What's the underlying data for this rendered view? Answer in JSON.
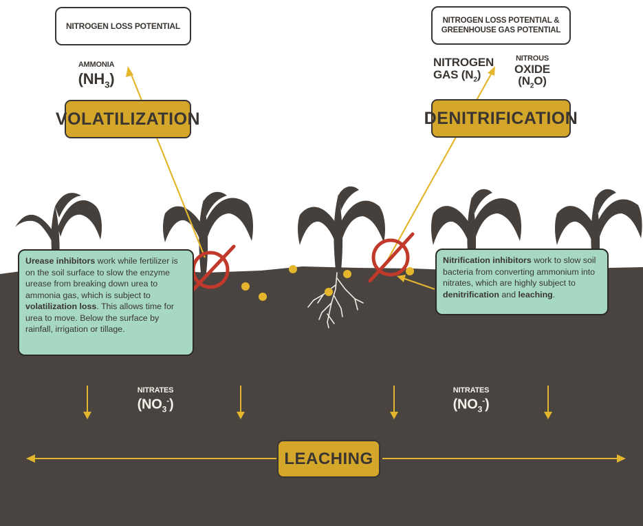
{
  "top_left": {
    "loss_box": "NITROGEN LOSS POTENTIAL",
    "ammonia_label": "AMMONIA",
    "ammonia_formula": "NH",
    "ammonia_sub": "3",
    "process": "VOLATILIZATION"
  },
  "top_right": {
    "loss_box_line1": "NITROGEN LOSS POTENTIAL &",
    "loss_box_line2": "GREENHOUSE GAS POTENTIAL",
    "nitrogen_line1": "NITROGEN",
    "nitrogen_line2": "GAS (N",
    "nitrogen_sub": "2",
    "nitrous_line1": "NITROUS",
    "nitrous_line2": "OXIDE",
    "nitrous_formula_a": "(N",
    "nitrous_sub": "2",
    "nitrous_formula_b": "O)",
    "process": "DENITRIFICATION"
  },
  "urease_box": {
    "bold1": "Urease inhibitors",
    "text1": " work while fertilizer is on the soil surface to slow the enzyme urease from breaking down urea to ammonia gas, which is subject to ",
    "bold2": "volatilization loss",
    "text2": ". This allows time for urea to move. Below the surface by rainfall, irrigation or tillage."
  },
  "nitrification_box": {
    "bold1": "Nitrification inhibitors",
    "text1": " work to slow soil bacteria from converting ammonium into nitrates, which are highly subject to ",
    "bold2": "denitrification",
    "text2": " and ",
    "bold3": "leaching",
    "text3": "."
  },
  "nitrates_left": {
    "label": "NITRATES",
    "formula": "(NO",
    "sub": "3",
    "sup": "-",
    "close": ")"
  },
  "nitrates_right": {
    "label": "NITRATES",
    "formula": "(NO",
    "sub": "3",
    "sup": "-",
    "close": ")"
  },
  "leaching": "LEACHING",
  "colors": {
    "soil": "#4a4440",
    "plant": "#45403c",
    "gold": "#d4a62a",
    "arrow": "#e3b62e",
    "green_box": "#a6d8c4",
    "inhibitor_red": "#c0392b"
  }
}
